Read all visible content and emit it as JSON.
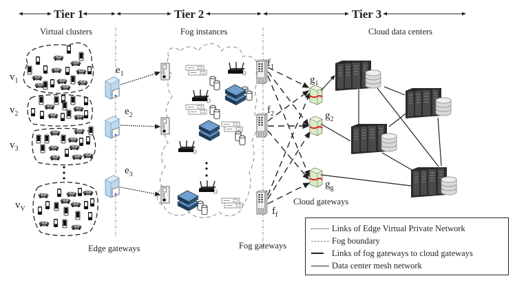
{
  "tiers": [
    {
      "label": "Tier 1",
      "caption": "Virtual clusters"
    },
    {
      "label": "Tier 2",
      "caption": "Fog instances"
    },
    {
      "label": "Tier 3",
      "caption": "Cloud data centers"
    }
  ],
  "virtual_clusters": [
    {
      "label": "v",
      "sub": "1"
    },
    {
      "label": "v",
      "sub": "2"
    },
    {
      "label": "v",
      "sub": "3"
    },
    {
      "label": "v",
      "sub": "V"
    }
  ],
  "edge_gateways": {
    "caption": "Edge gateways",
    "nodes": [
      {
        "label": "e",
        "sub": "1"
      },
      {
        "label": "e",
        "sub": "2"
      },
      {
        "label": "e",
        "sub": "3"
      }
    ]
  },
  "fog_gateways": {
    "caption": "Fog gateways",
    "nodes": [
      {
        "label": "f",
        "sub": "1"
      },
      {
        "label": "f",
        "sub": "2"
      },
      {
        "label": "f",
        "sub": "f"
      }
    ]
  },
  "cloud_gateways": {
    "caption": "Cloud gateways",
    "nodes": [
      {
        "label": "g",
        "sub": "1"
      },
      {
        "label": "g",
        "sub": "2"
      },
      {
        "label": "g",
        "sub": "g"
      }
    ]
  },
  "data_centers_count": 4,
  "legend": [
    {
      "style": "dotted",
      "label": "Links of Edge Virtual Private Network"
    },
    {
      "style": "dashed",
      "label": "Fog boundary"
    },
    {
      "style": "long-dash",
      "label": "Links of fog gateways to cloud gateways"
    },
    {
      "style": "solid",
      "label": "Data center mesh network"
    }
  ],
  "colors": {
    "edge_server": "#bcd8ee",
    "cloud_gateway": "#d8ecc8",
    "gateway_band": "#e0201c",
    "fog_switch": "#3a6e9e",
    "datacenter": "#2a2a2a"
  }
}
